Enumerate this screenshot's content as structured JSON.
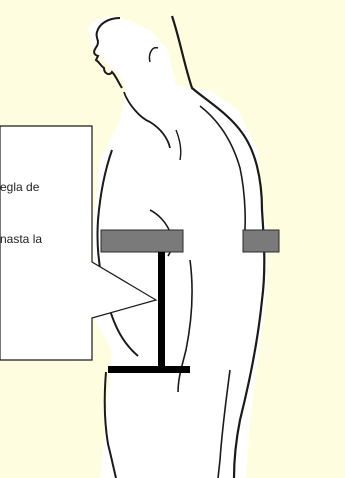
{
  "colors": {
    "background": "#fffde0",
    "figure_fill": "#ffffff",
    "figure_stroke": "#1a1a1a",
    "ruler": "#7a7a7a",
    "measure_bar": "#000000"
  },
  "callout": {
    "line1": "egla de",
    "line2": "nasta  la"
  },
  "icons": {
    "figure": "human-torso-side-view",
    "ruler": "horizontal-ruler",
    "measure": "vertical-measure-bar"
  }
}
